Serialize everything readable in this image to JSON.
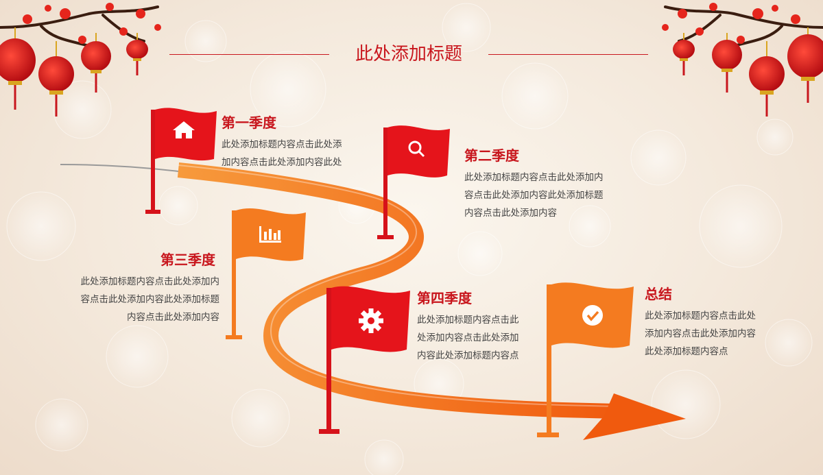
{
  "title": "此处添加标题",
  "colors": {
    "red": "#e5141b",
    "orange": "#f47b20",
    "title": "#c8161d"
  },
  "stages": [
    {
      "heading": "第一季度",
      "text": [
        "此处添加标题内容点击此处添",
        "加内容点击此处添加内容此处"
      ],
      "icon": "home-icon",
      "color": "red"
    },
    {
      "heading": "第二季度",
      "text": [
        "此处添加标题内容点击此处添加内",
        "容点击此处添加内容此处添加标题",
        "内容点击此处添加内容"
      ],
      "icon": "search-icon",
      "color": "red"
    },
    {
      "heading": "第三季度",
      "text": [
        "此处添加标题内容点击此处添加内",
        "容点击此处添加内容此处添加标题",
        "内容点击此处添加内容"
      ],
      "icon": "bar-chart-icon",
      "color": "orange"
    },
    {
      "heading": "第四季度",
      "text": [
        "此处添加标题内容点击此",
        "处添加内容点击此处添加",
        "内容此处添加标题内容点"
      ],
      "icon": "gear-icon",
      "color": "red"
    },
    {
      "heading": "总结",
      "text": [
        "此处添加标题内容点击此处",
        "添加内容点击此处添加内容",
        "此处添加标题内容点"
      ],
      "icon": "check-icon",
      "color": "orange"
    }
  ]
}
